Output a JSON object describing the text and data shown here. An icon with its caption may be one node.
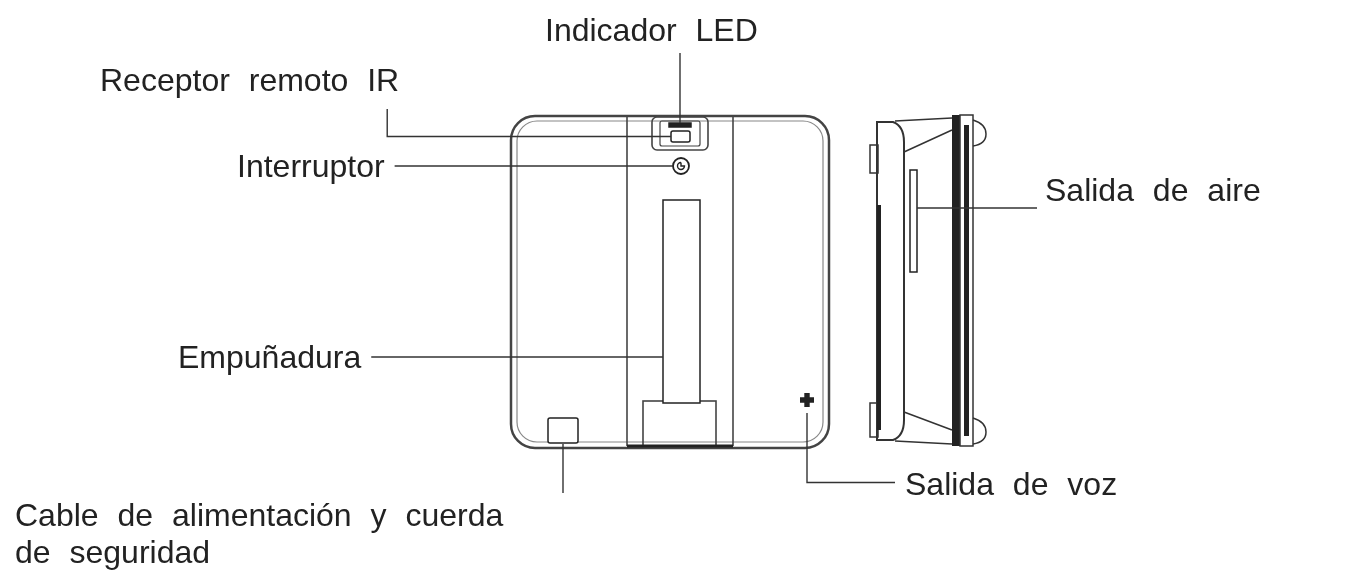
{
  "diagram": {
    "nodes": [
      {
        "text": [
          "Indicador LED"
        ]
      },
      {
        "text": [
          "Receptor remoto IR"
        ]
      },
      {
        "text": [
          "Interruptor"
        ]
      },
      {
        "text": [
          "Salida de aire"
        ]
      },
      {
        "text": [
          "Empuñadura"
        ]
      },
      {
        "text": [
          "Salida de voz"
        ]
      },
      {
        "text": [
          "Cable de alimentación y cuerda de seguridad"
        ]
      },
      {
        "text": [],
        "shape": "bar"
      },
      {
        "text": [],
        "shape": "box"
      },
      {
        "text": [],
        "shape": "circle"
      },
      {
        "text": [],
        "shape": "bar"
      },
      {
        "text": [],
        "shape": "bar"
      },
      {
        "text": [],
        "shape": "cross"
      },
      {
        "text": [],
        "shape": "box"
      }
    ],
    "edges": [
      {
        "from": 0,
        "to": 7,
        "arrow": "none"
      },
      {
        "from": 1,
        "to": 8,
        "arrow": "none"
      },
      {
        "from": 2,
        "to": 9,
        "arrow": "none"
      },
      {
        "from": 3,
        "to": 10,
        "arrow": "none"
      },
      {
        "from": 4,
        "to": 11,
        "arrow": "none"
      },
      {
        "from": 5,
        "to": 12,
        "arrow": "none"
      },
      {
        "from": 6,
        "to": 13,
        "arrow": "none"
      }
    ]
  }
}
